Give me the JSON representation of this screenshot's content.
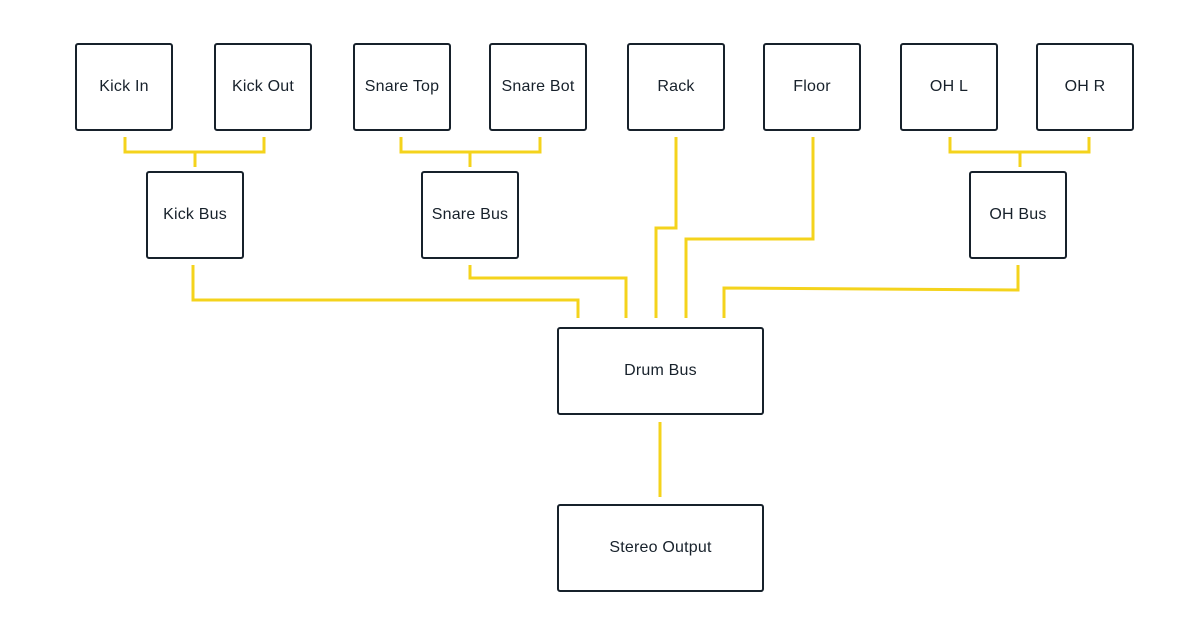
{
  "colors": {
    "connector": "#f4d31c",
    "node_border": "#17212b",
    "node_text": "#17212b",
    "background": "#ffffff"
  },
  "nodes": {
    "kick_in": "Kick In",
    "kick_out": "Kick Out",
    "snare_top": "Snare Top",
    "snare_bot": "Snare Bot",
    "rack": "Rack",
    "floor": "Floor",
    "oh_l": "OH L",
    "oh_r": "OH R",
    "kick_bus": "Kick Bus",
    "snare_bus": "Snare Bus",
    "oh_bus": "OH Bus",
    "drum_bus": "Drum Bus",
    "stereo_output": "Stereo Output"
  },
  "connections": [
    {
      "from": "Kick In",
      "to": "Kick Bus"
    },
    {
      "from": "Kick Out",
      "to": "Kick Bus"
    },
    {
      "from": "Snare Top",
      "to": "Snare Bus"
    },
    {
      "from": "Snare Bot",
      "to": "Snare Bus"
    },
    {
      "from": "OH L",
      "to": "OH Bus"
    },
    {
      "from": "OH R",
      "to": "OH Bus"
    },
    {
      "from": "Kick Bus",
      "to": "Drum Bus"
    },
    {
      "from": "Snare Bus",
      "to": "Drum Bus"
    },
    {
      "from": "Rack",
      "to": "Drum Bus"
    },
    {
      "from": "Floor",
      "to": "Drum Bus"
    },
    {
      "from": "OH Bus",
      "to": "Drum Bus"
    },
    {
      "from": "Drum Bus",
      "to": "Stereo Output"
    }
  ]
}
